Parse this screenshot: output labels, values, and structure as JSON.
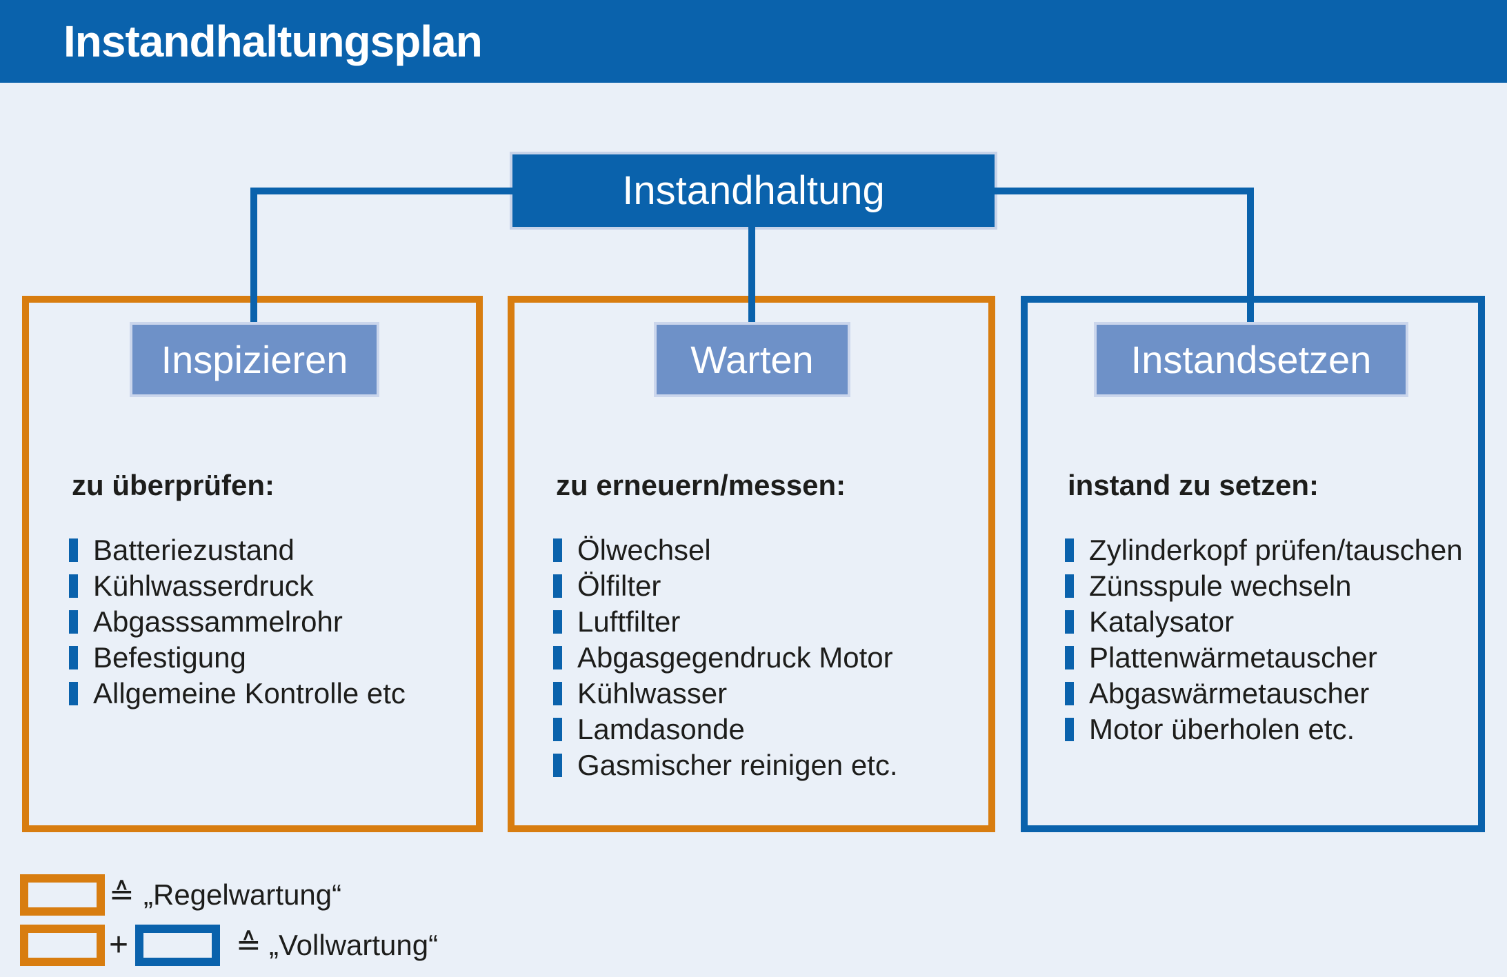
{
  "title": "Instandhaltungsplan",
  "root": {
    "label": "Instandhaltung"
  },
  "columns": [
    {
      "header": "Inspizieren",
      "border_color": "#D87D10",
      "list_title": "zu überprüfen:",
      "items": [
        "Batteriezustand",
        "Kühlwasserdruck",
        "Abgasssammelrohr",
        "Befestigung",
        "Allgemeine Kontrolle etc"
      ]
    },
    {
      "header": "Warten",
      "border_color": "#D87D10",
      "list_title": "zu erneuern/messen:",
      "items": [
        "Ölwechsel",
        "Ölfilter",
        "Luftfilter",
        "Abgasgegendruck Motor",
        "Kühlwasser",
        "Lamdasonde",
        "Gasmischer reinigen etc."
      ]
    },
    {
      "header": "Instandsetzen",
      "border_color": "#0A62AC",
      "list_title": "instand zu setzen:",
      "items": [
        "Zylinderkopf prüfen/tauschen",
        "Zünsspule wechseln",
        "Katalysator",
        "Plattenwärmetauscher",
        "Abgaswärmetauscher",
        "Motor überholen etc."
      ]
    }
  ],
  "legend": {
    "rows": [
      {
        "symbol": "≙",
        "label": "„Regelwartung“"
      },
      {
        "plus": "+",
        "symbol": "≙",
        "label": "„Vollwartung“"
      }
    ]
  },
  "icons": {
    "bullet": "blue-bar-bullet",
    "corresponds_symbol": "≙"
  },
  "colors": {
    "dark_blue": "#0A62AC",
    "light_blue": "#6E91C8",
    "orange": "#D87D10",
    "background": "#EAF0F8",
    "box_border_light": "#C7D3E9",
    "text": "#1D1D1B",
    "title_text": "#FFFFFF"
  }
}
